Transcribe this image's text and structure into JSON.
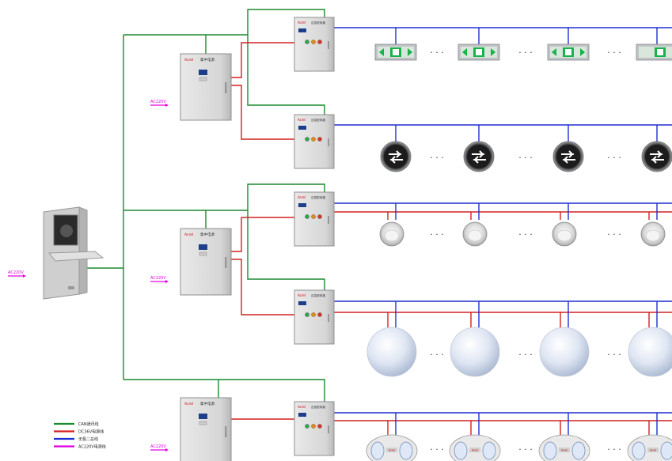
{
  "diagram": {
    "input_power_label": "AC220V",
    "central_power_cabinet": {
      "title": "集中电源",
      "brand": "Acrel"
    },
    "distribution_box": {
      "title": "应急配电箱",
      "brand": "Acrel"
    },
    "ellipsis": "· · ·",
    "fixture_brand": "Acrel",
    "legend": [
      {
        "label": "CAN通讯线",
        "color": "#1a8a2e"
      },
      {
        "label": "DC36V电源线",
        "color": "#d42020"
      },
      {
        "label": "无极二总线",
        "color": "#1f2fd0"
      },
      {
        "label": "AC220V电源线",
        "color": "#e000e0"
      }
    ],
    "wire_colors": {
      "can": "#1a8a2e",
      "dc36": "#d42020",
      "bus": "#1f2fd0",
      "ac220": "#e000e0"
    },
    "fixture_rows": [
      {
        "type": "exit-sign",
        "count": 4
      },
      {
        "type": "direction-sign",
        "count": 4
      },
      {
        "type": "downlight",
        "count": 4
      },
      {
        "type": "globe-light",
        "count": 4
      },
      {
        "type": "spot-light",
        "count": 4
      }
    ]
  }
}
